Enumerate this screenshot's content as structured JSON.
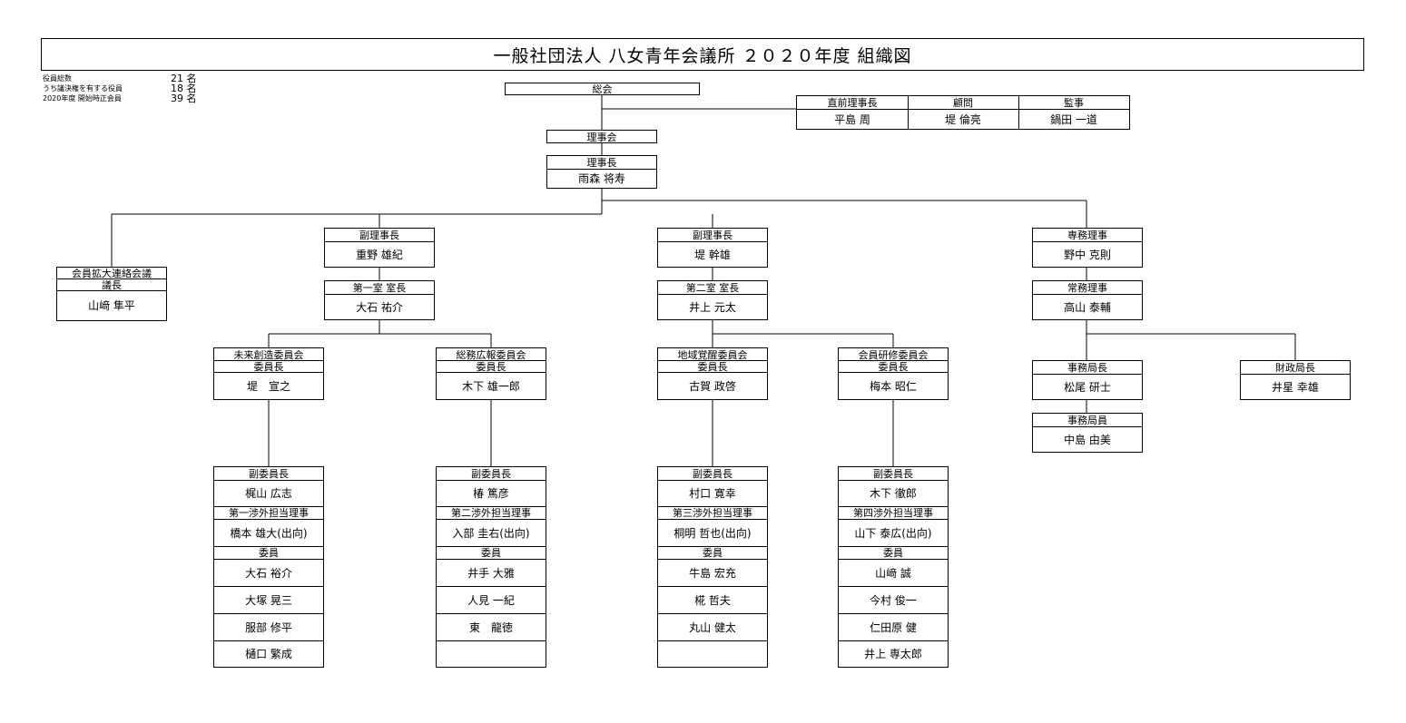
{
  "title": "一般社団法人 八女青年会議所 ２０２０年度 組織図",
  "stats": [
    {
      "label": "役員総数",
      "value": "21 名"
    },
    {
      "label": "うち議決権を有する役員",
      "value": "18 名"
    },
    {
      "label": "2020年度 開始時正会員",
      "value": "39 名"
    }
  ],
  "general_meeting": "総会",
  "advisors": {
    "former_chairman": {
      "role": "直前理事長",
      "name": "平島 周"
    },
    "counselor": {
      "role": "顧問",
      "name": "堤 倫亮"
    },
    "auditor": {
      "role": "監事",
      "name": "鍋田 一道"
    }
  },
  "board": "理事会",
  "president": {
    "role": "理事長",
    "name": "雨森 将寿"
  },
  "expansion_council": {
    "title": "会員拡大連絡会議",
    "role": "議長",
    "name": "山﨑 隼平"
  },
  "vp1": {
    "role": "副理事長",
    "name": "重野 雄紀"
  },
  "vp2": {
    "role": "副理事長",
    "name": "堤 幹雄"
  },
  "secgen": {
    "role": "専務理事",
    "name": "野中 克則"
  },
  "room1": {
    "role": "第一室 室長",
    "name": "大石 祐介"
  },
  "room2": {
    "role": "第二室 室長",
    "name": "井上 元太"
  },
  "managing": {
    "role": "常務理事",
    "name": "高山 泰輔"
  },
  "committees": [
    {
      "title": "未来創造委員会",
      "chair_role": "委員長",
      "chair": "堤　宣之",
      "vice_role": "副委員長",
      "vice": "梶山 広志",
      "liaison_role": "第一渉外担当理事",
      "liaison": "橋本 雄大(出向)",
      "members_role": "委員",
      "members": [
        "大石 裕介",
        "大塚 晃三",
        "服部 修平",
        "樋口 繁成"
      ]
    },
    {
      "title": "総務広報委員会",
      "chair_role": "委員長",
      "chair": "木下 雄一郎",
      "vice_role": "副委員長",
      "vice": "椿 篤彦",
      "liaison_role": "第二渉外担当理事",
      "liaison": "入部 圭右(出向)",
      "members_role": "委員",
      "members": [
        "井手 大雅",
        "人見 一紀",
        "東　龍徳",
        ""
      ]
    },
    {
      "title": "地域覚醒委員会",
      "chair_role": "委員長",
      "chair": "古賀 政啓",
      "vice_role": "副委員長",
      "vice": "村口 寛幸",
      "liaison_role": "第三渉外担当理事",
      "liaison": "桐明 哲也(出向)",
      "members_role": "委員",
      "members": [
        "牛島 宏充",
        "椛 哲夫",
        "丸山 健太",
        ""
      ]
    },
    {
      "title": "会員研修委員会",
      "chair_role": "委員長",
      "chair": "梅本 昭仁",
      "vice_role": "副委員長",
      "vice": "木下 徹郎",
      "liaison_role": "第四渉外担当理事",
      "liaison": "山下 泰広(出向)",
      "members_role": "委員",
      "members": [
        "山﨑 誠",
        "今村 俊一",
        "仁田原 健",
        "井上 専太郎"
      ]
    }
  ],
  "office_chief": {
    "role": "事務局長",
    "name": "松尾 研士"
  },
  "office_staff": {
    "role": "事務局員",
    "name": "中島 由美"
  },
  "treasury": {
    "role": "財政局長",
    "name": "井星 幸雄"
  }
}
